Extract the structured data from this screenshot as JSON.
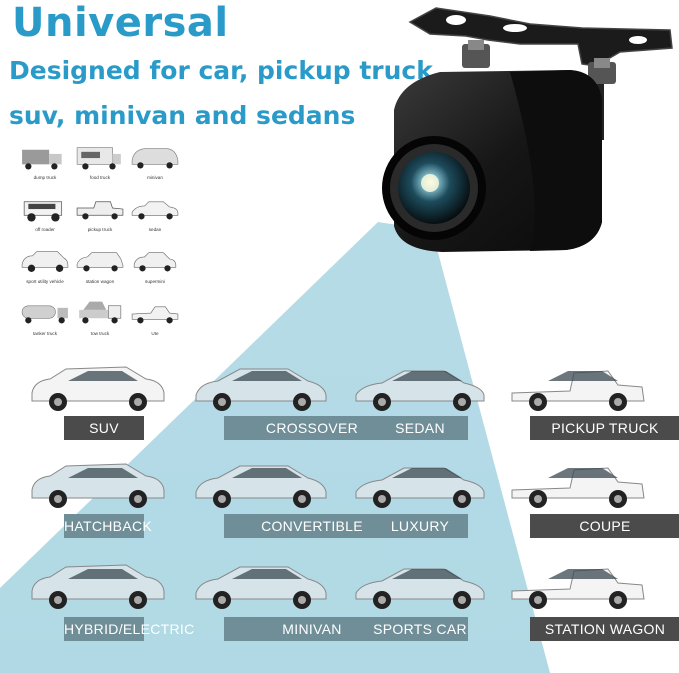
{
  "headline": {
    "title": "Universal",
    "line1": "Designed for car, pickup truck,",
    "line2": "suv, minivan and sedans"
  },
  "colors": {
    "accent": "#2a9bc9",
    "beam": "#a8d5e2",
    "tag_dark": "#4b4b4b",
    "tag_tint": "#6f8e98"
  },
  "vehicle_grid": [
    {
      "label": "dump truck",
      "icon": "dump-truck-icon"
    },
    {
      "label": "food truck",
      "icon": "food-truck-icon"
    },
    {
      "label": "minivan",
      "icon": "minivan-icon"
    },
    {
      "label": "off roader",
      "icon": "off-roader-icon"
    },
    {
      "label": "pickup truck",
      "icon": "pickup-truck-icon"
    },
    {
      "label": "sedan",
      "icon": "sedan-icon"
    },
    {
      "label": "sport utility vehicle",
      "icon": "suv-icon"
    },
    {
      "label": "station wagon",
      "icon": "station-wagon-icon"
    },
    {
      "label": "supermini",
      "icon": "supermini-icon"
    },
    {
      "label": "tanker truck",
      "icon": "tanker-truck-icon"
    },
    {
      "label": "tow truck",
      "icon": "tow-truck-icon"
    },
    {
      "label": "Ute",
      "icon": "ute-icon"
    }
  ],
  "car_types": [
    {
      "label": "SUV",
      "color": "white"
    },
    {
      "label": "CROSSOVER",
      "color": "white"
    },
    {
      "label": "SEDAN",
      "color": "white"
    },
    {
      "label": "PICKUP TRUCK",
      "color": "white"
    },
    {
      "label": "HATCHBACK",
      "color": "white"
    },
    {
      "label": "CONVERTIBLE",
      "color": "white"
    },
    {
      "label": "LUXURY",
      "color": "white"
    },
    {
      "label": "COUPE",
      "color": "white"
    },
    {
      "label": "HYBRID/ELECTRIC",
      "color": "white"
    },
    {
      "label": "MINIVAN",
      "color": "white"
    },
    {
      "label": "SPORTS CAR",
      "color": "white"
    },
    {
      "label": "STATION WAGON",
      "color": "white"
    }
  ]
}
